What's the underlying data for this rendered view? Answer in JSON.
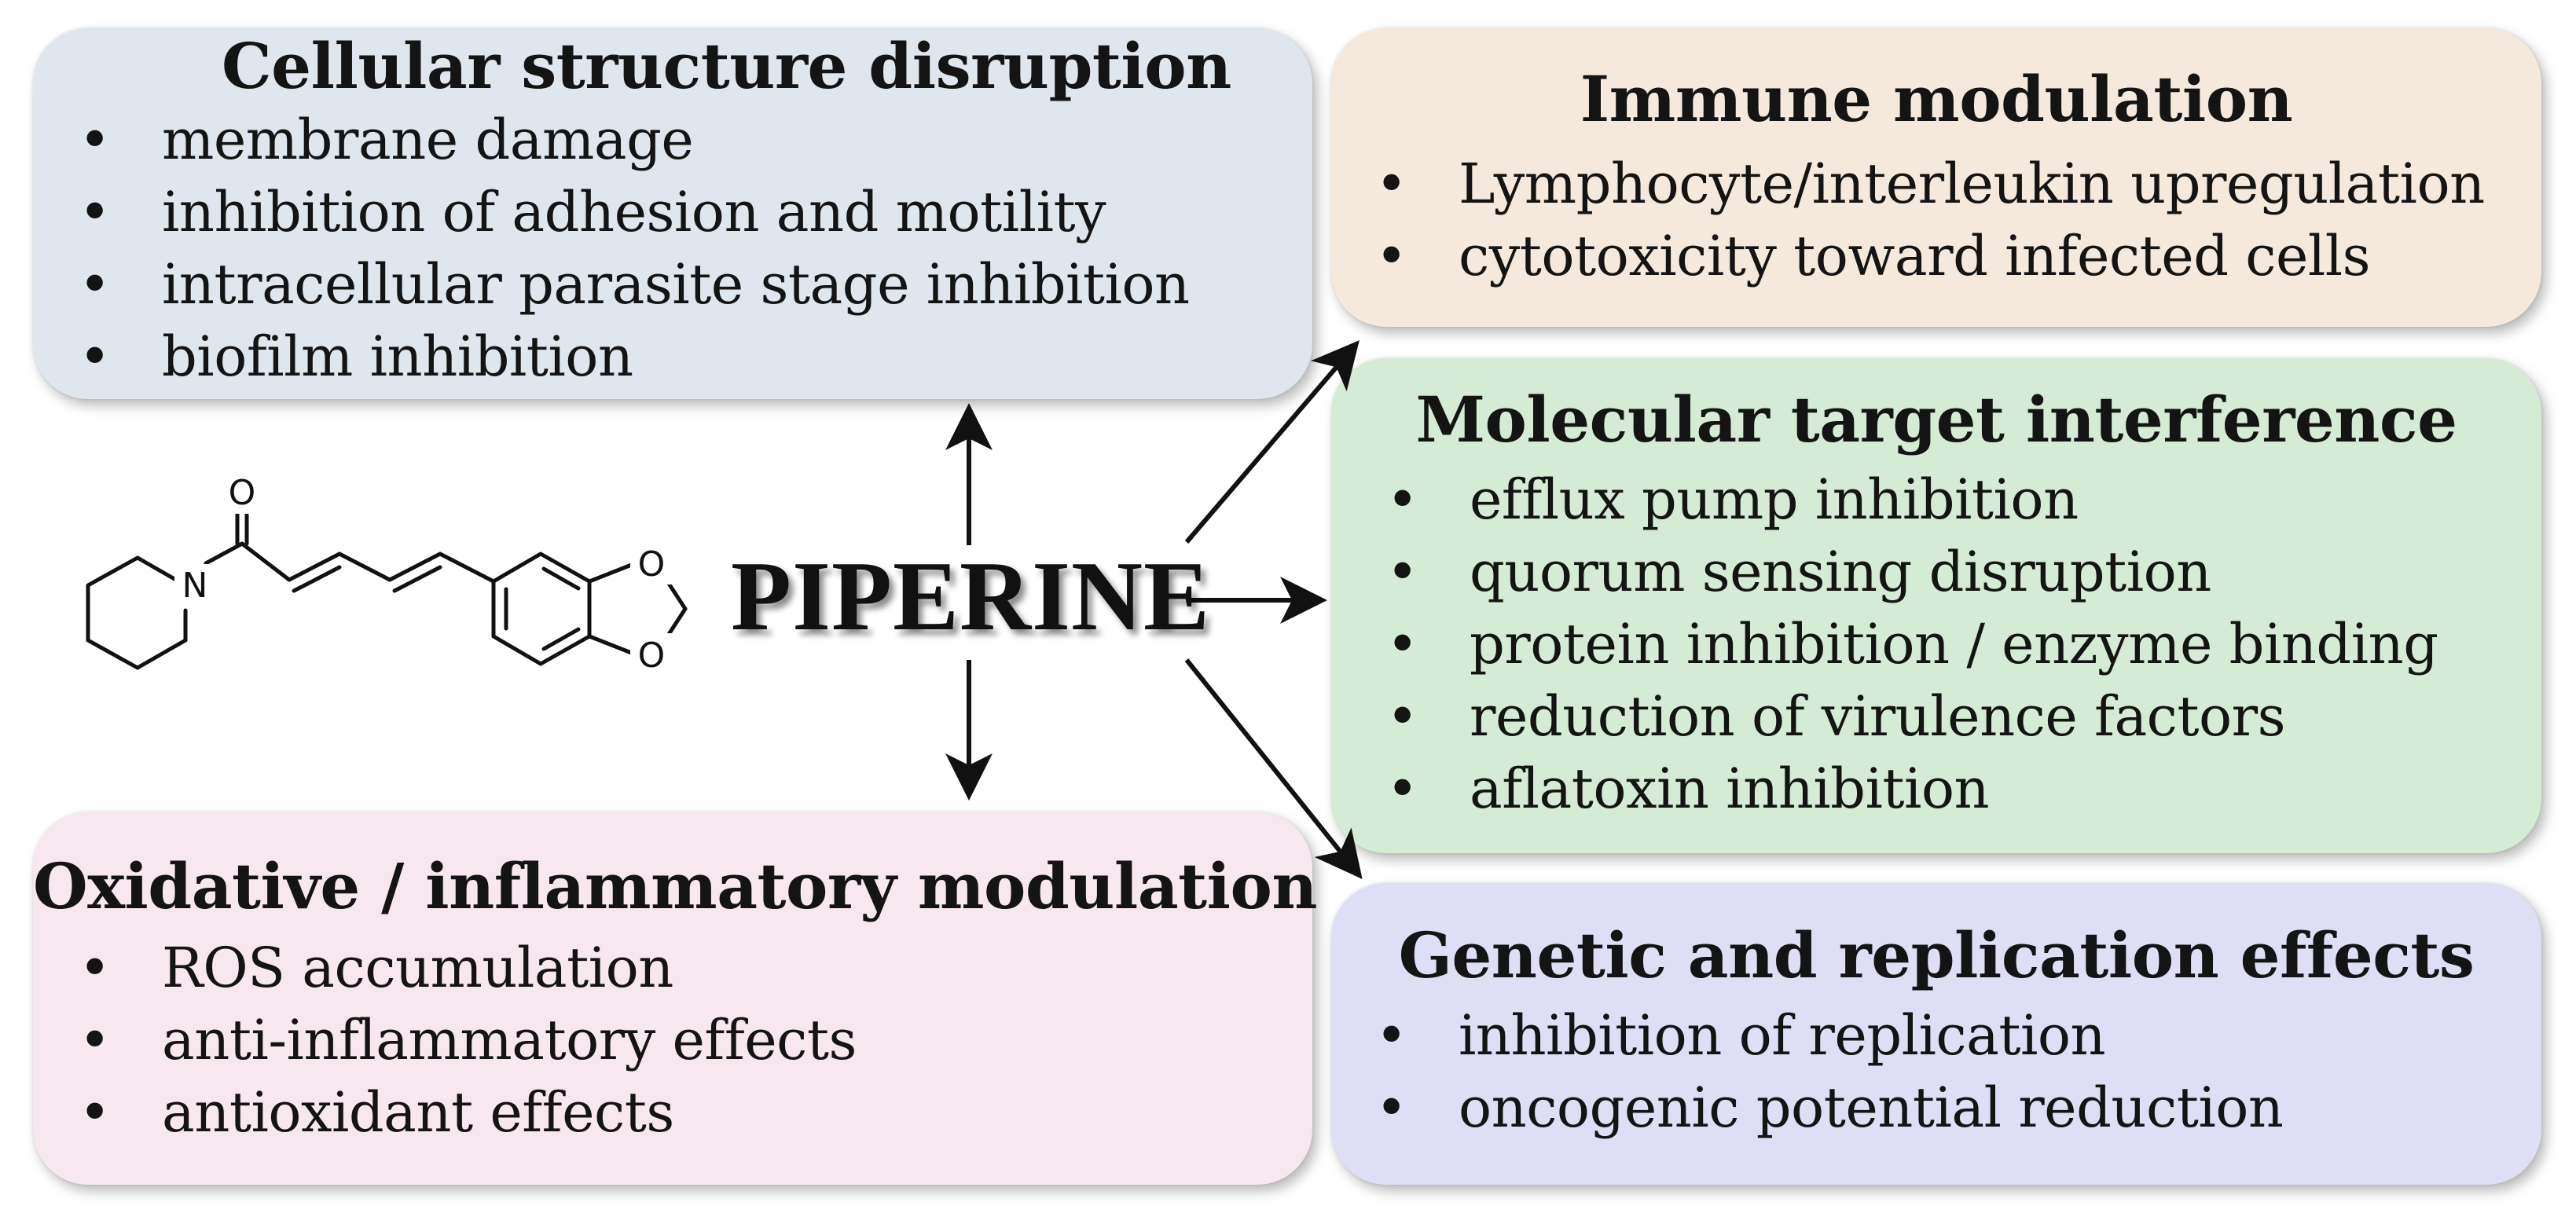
{
  "center_label": "PIPERINE",
  "molecule": {
    "atoms": {
      "carbonyl_oxygen": "O",
      "amide_nitrogen": "N",
      "dioxole_oxygen_top": "O",
      "dioxole_oxygen_bottom": "O"
    }
  },
  "boxes": {
    "cellular": {
      "title": "Cellular structure disruption",
      "items": [
        "membrane damage",
        "inhibition of adhesion and motility",
        "intracellular parasite stage inhibition",
        "biofilm inhibition"
      ]
    },
    "immune": {
      "title": "Immune modulation",
      "items": [
        "Lymphocyte/interleukin upregulation",
        "cytotoxicity toward infected cells"
      ]
    },
    "molecular": {
      "title": "Molecular target interference",
      "items": [
        "efflux pump inhibition",
        "quorum sensing disruption",
        "protein inhibition / enzyme binding",
        "reduction of virulence factors",
        "aflatoxin inhibition"
      ]
    },
    "oxidative": {
      "title": "Oxidative / inflammatory modulation",
      "items": [
        "ROS accumulation",
        "anti-inflammatory effects",
        "antioxidant effects"
      ]
    },
    "genetic": {
      "title": "Genetic and replication effects",
      "items": [
        "inhibition of replication",
        "oncogenic potential reduction"
      ]
    }
  },
  "bullet_glyph": "•",
  "colors": {
    "cellular_bg": "#dfe6ee",
    "immune_bg": "#f4e9dc",
    "molecular_bg": "#d5ebd5",
    "oxidative_bg": "#f7e7ee",
    "genetic_bg": "#dedff4",
    "text": "#141414"
  }
}
